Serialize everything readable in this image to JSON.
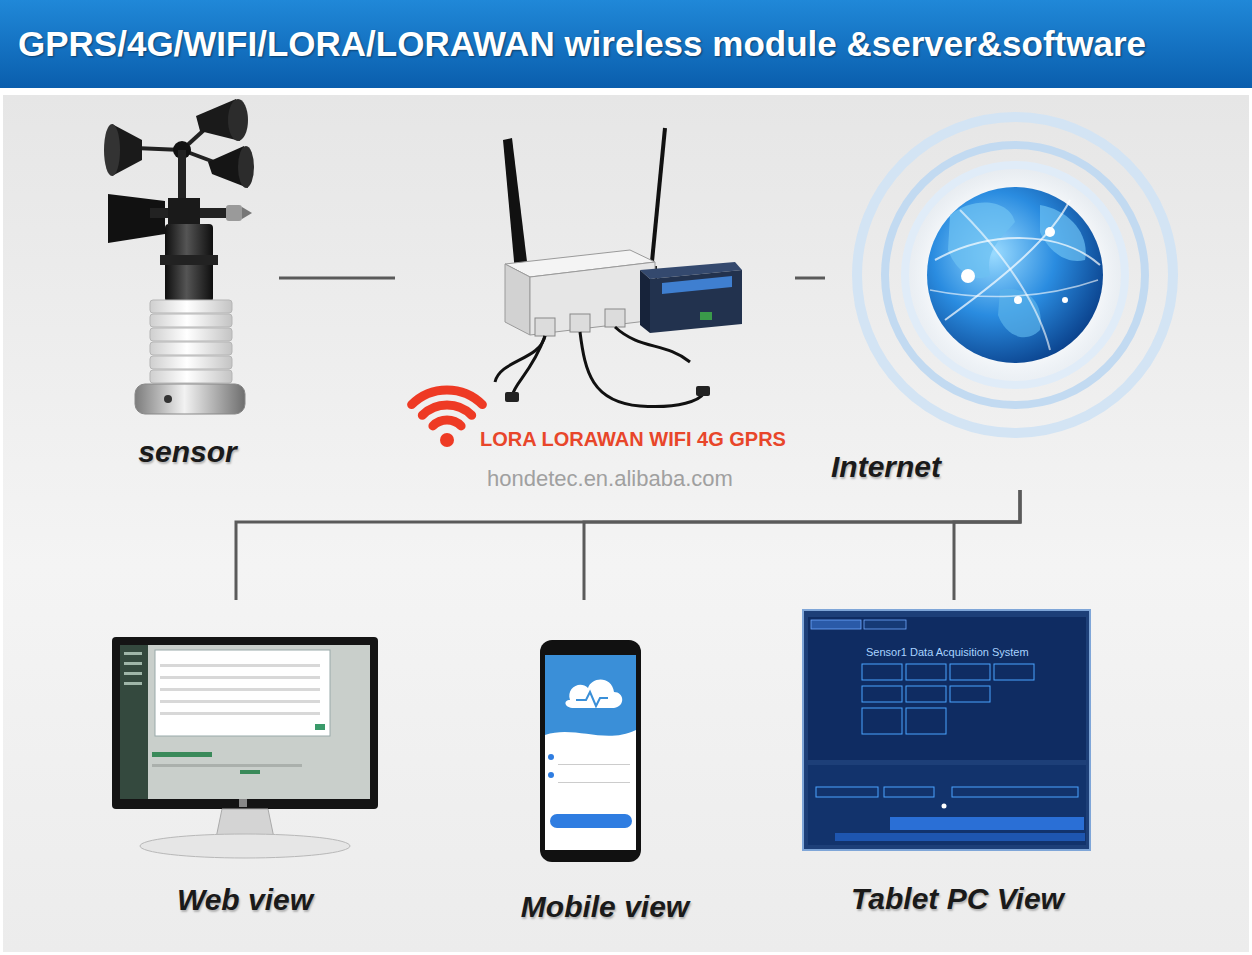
{
  "diagram": {
    "title": "GPRS/4G/WIFI/LORA/LORAWAN wireless module &server&software",
    "nodes": [
      {
        "text": [
          "sensor"
        ]
      },
      {
        "text": [
          "LORA LORAWAN WIFI 4G GPRS"
        ]
      },
      {
        "text": [
          "Internet"
        ]
      },
      {
        "text": [
          "Web view"
        ]
      },
      {
        "text": [
          "Mobile view"
        ]
      },
      {
        "text": [
          "Tablet PC View"
        ]
      }
    ],
    "edges": [
      {
        "from": 0,
        "to": 1,
        "arrow": "none"
      },
      {
        "from": 1,
        "to": 2,
        "arrow": "none"
      },
      {
        "from": 2,
        "to": 3,
        "arrow": "none"
      },
      {
        "from": 2,
        "to": 4,
        "arrow": "none"
      },
      {
        "from": 2,
        "to": 5,
        "arrow": "none"
      }
    ],
    "labels": [
      "hondetec.en.alibaba.com",
      "Sensor1 Data Acquisition System"
    ]
  }
}
